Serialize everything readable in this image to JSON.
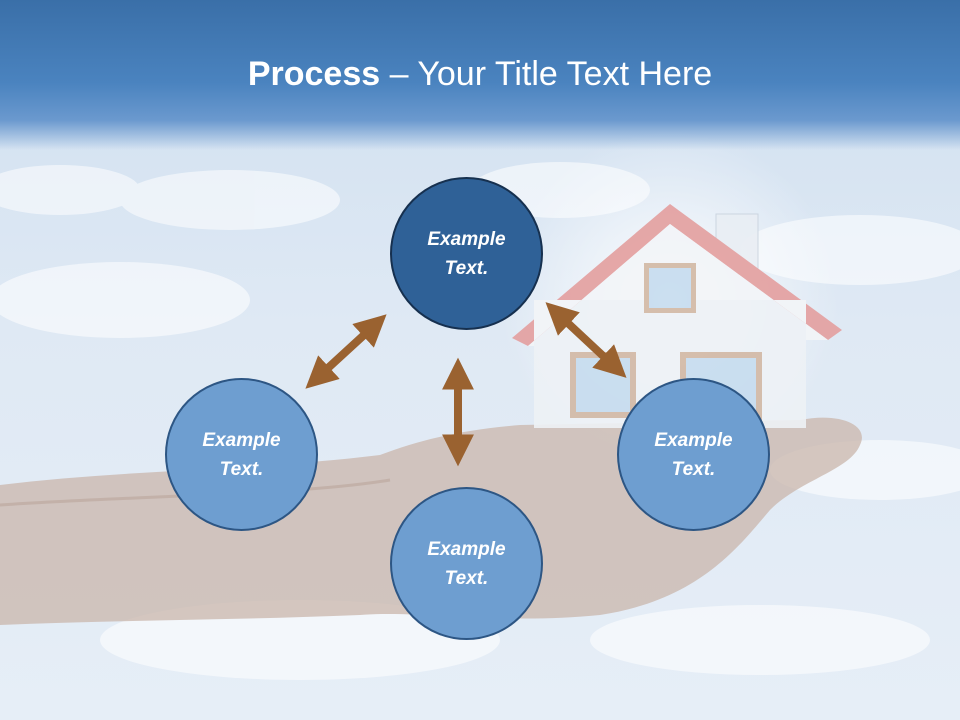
{
  "title": {
    "bold": "Process",
    "rest": " – Your Title Text Here"
  },
  "nodes": {
    "top": {
      "line1": "Example",
      "line2": "Text."
    },
    "left": {
      "line1": "Example",
      "line2": "Text."
    },
    "right": {
      "line1": "Example",
      "line2": "Text."
    },
    "bottom": {
      "line1": "Example",
      "line2": "Text."
    }
  },
  "colors": {
    "title_bar": "#4a83bf",
    "node_dark": "#2f6197",
    "node_light": "#6e9ed0",
    "arrow": "#9a6230"
  },
  "background": {
    "image": "hand-holding-house-in-sky"
  }
}
